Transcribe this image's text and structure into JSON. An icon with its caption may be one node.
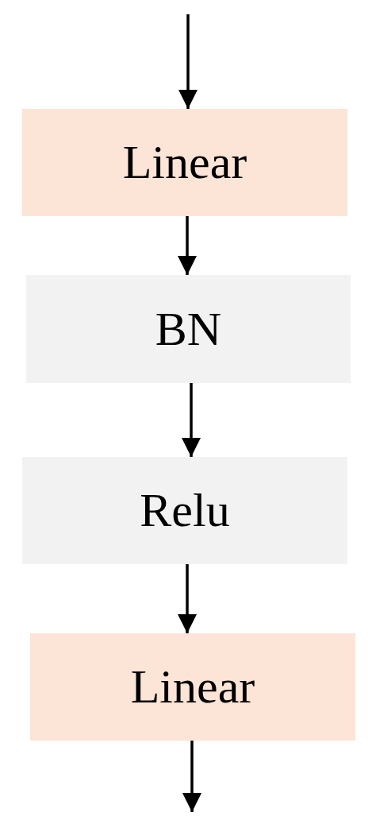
{
  "diagram": {
    "nodes": [
      {
        "text": [
          "Linear"
        ]
      },
      {
        "text": [
          "BN"
        ]
      },
      {
        "text": [
          "Relu"
        ]
      },
      {
        "text": [
          "Linear"
        ]
      }
    ],
    "edges": [
      {
        "from": null,
        "to": 0,
        "arrow": "to"
      },
      {
        "from": 0,
        "to": 1,
        "arrow": "to"
      },
      {
        "from": 1,
        "to": 2,
        "arrow": "to"
      },
      {
        "from": 2,
        "to": 3,
        "arrow": "to"
      },
      {
        "from": 3,
        "to": null,
        "arrow": "to"
      }
    ]
  }
}
